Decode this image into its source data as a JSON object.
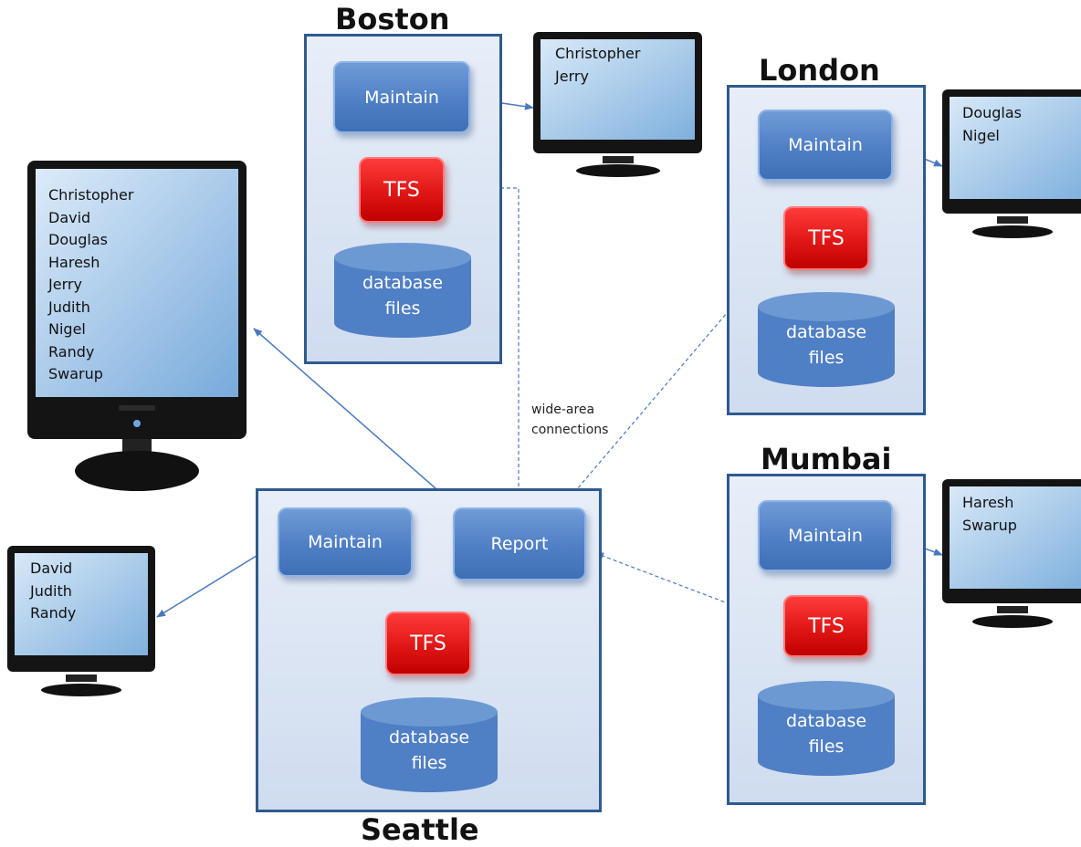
{
  "sites": {
    "boston": {
      "name": "Boston",
      "maintain": "Maintain",
      "tfs": "TFS",
      "db_line1": "database",
      "db_line2": "files"
    },
    "london": {
      "name": "London",
      "maintain": "Maintain",
      "tfs": "TFS",
      "db_line1": "database",
      "db_line2": "files"
    },
    "mumbai": {
      "name": "Mumbai",
      "maintain": "Maintain",
      "tfs": "TFS",
      "db_line1": "database",
      "db_line2": "files"
    },
    "seattle": {
      "name": "Seattle",
      "maintain": "Maintain",
      "report": "Report",
      "tfs": "TFS",
      "db_line1": "database",
      "db_line2": "files"
    }
  },
  "monitors": {
    "boston": {
      "users": [
        "Christopher",
        "Jerry"
      ]
    },
    "london": {
      "users": [
        "Douglas",
        "Nigel"
      ]
    },
    "mumbai": {
      "users": [
        "Haresh",
        "Swarup"
      ]
    },
    "seattle": {
      "users": [
        "David",
        "Judith",
        "Randy"
      ]
    },
    "report": {
      "users": [
        "Christopher",
        "David",
        "Douglas",
        "Haresh",
        "Jerry",
        "Judith",
        "Nigel",
        "Randy",
        "Swarup"
      ]
    }
  },
  "annotation": {
    "line1": "wide-area",
    "line2": "connections"
  },
  "colors": {
    "site_border": "#2e5a8e",
    "box_blue": "#4f7fc4",
    "tfs_red": "#e01616",
    "connector": "#4a78c0"
  }
}
